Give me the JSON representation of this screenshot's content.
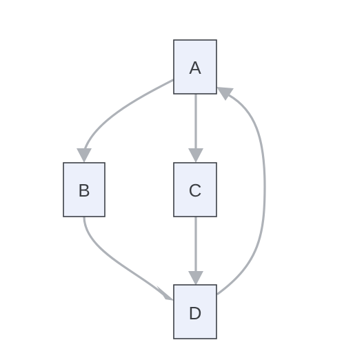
{
  "diagram": {
    "type": "flowchart",
    "nodes": [
      {
        "id": "A",
        "label": "A"
      },
      {
        "id": "B",
        "label": "B"
      },
      {
        "id": "C",
        "label": "C"
      },
      {
        "id": "D",
        "label": "D"
      }
    ],
    "edges": [
      {
        "from": "A",
        "to": "B"
      },
      {
        "from": "A",
        "to": "C"
      },
      {
        "from": "B",
        "to": "D"
      },
      {
        "from": "C",
        "to": "D"
      },
      {
        "from": "D",
        "to": "A"
      }
    ],
    "colors": {
      "node_fill": "#ecf0fb",
      "node_border": "#3b3f46",
      "edge": "#aeb2b8",
      "label": "#3a3d42"
    }
  }
}
